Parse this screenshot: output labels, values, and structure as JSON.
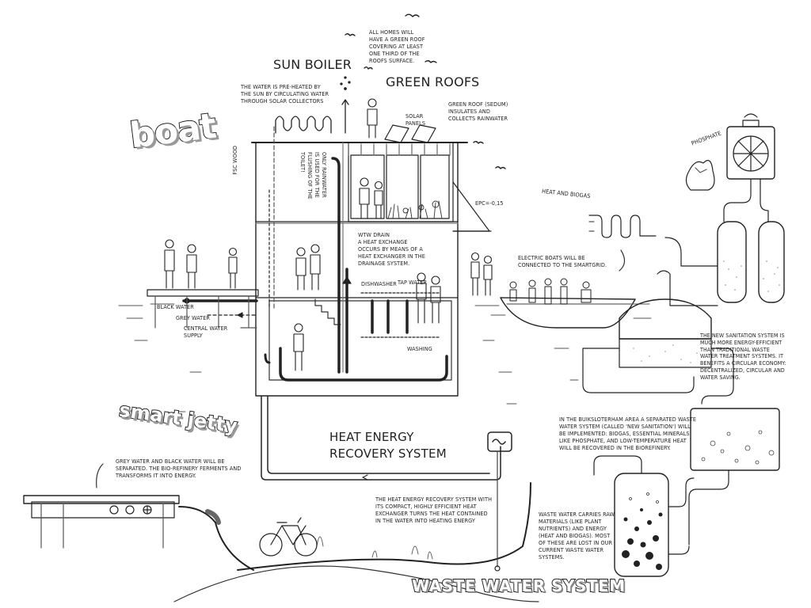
{
  "titles": {
    "boat": "boat",
    "smart_jetty": "smart jetty",
    "waste_water_system": "WASTE WATER SYSTEM",
    "sun_boiler": "SUN BOILER",
    "green_roofs": "GREEN ROOFS",
    "heat_energy_recovery": "HEAT ENERGY\nRECOVERY SYSTEM"
  },
  "labels": {
    "green_roof_coverage": "ALL HOMES WILL\nHAVE A GREEN ROOF\nCOVERING AT LEAST\nONE THIRD OF THE\nROOFS SURFACE.",
    "sun_boiler_desc": "THE WATER IS PRE-HEATED BY\nTHE SUN BY CIRCULATING WATER\nTHROUGH SOLAR COLLECTORS",
    "solar_panels": "SOLAR\nPANELS",
    "sedum_desc": "GREEN ROOF (SEDUM)\nINSULATES AND\nCOLLECTS RAINWATER",
    "fsc_wood": "FSC WOOD",
    "rainwater_toilet": "ONLY RAINWATER\nIS USED FOR THE\nFLUSHING OF THE\nTOILET!",
    "epc": "EPC=-0,15",
    "heat_and_biogas": "HEAT AND BIOGAS",
    "phosphate": "PHOSPHATE",
    "wtw_drain": "WTW DRAIN\nA HEAT EXCHANGE\nOCCURS BY MEANS OF A\nHEAT EXCHANGER IN THE\nDRAINAGE SYSTEM.",
    "dishwasher": "DISHWASHER",
    "tap_water": "TAP WATER",
    "washing": "WASHING",
    "electric_boats": "ELECTRIC BOATS WILL BE\nCONNECTED TO THE SMARTGRID.",
    "black_water": "BLACK WATER",
    "grey_water": "GREY WATER",
    "central_water_supply": "CENTRAL WATER\nSUPPLY",
    "new_sanitation": "THE NEW SANITATION SYSTEM IS\nMUCH MORE ENERGY-EFFICIENT\nTHAN TRADITIONAL WASTE\nWATER TREATMENT SYSTEMS. IT\nBENEFITS A CIRCULAR ECONOMY:\nDECENTRALIZED, CIRCULAR AND\nWATER SAVING.",
    "buiksloterham": "IN THE BUIKSLOTERHAM AREA A SEPARATED WASTE\nWATER SYSTEM (CALLED 'NEW SANITATION') WILL\nBE IMPLEMENTED: BIOGAS, ESSENTIAL MINERALS\nLIKE PHOSPHATE, AND LOW-TEMPERATURE HEAT\nWILL BE RECOVERED IN THE BIOREFINERY.",
    "grey_black_separated": "GREY WATER AND BLACK WATER WILL BE\nSEPARATED. THE BIO-REFINERY FERMENTS AND\nTRANSFORMS IT INTO ENERGY.",
    "heat_recovery_desc": "THE HEAT ENERGY RECOVERY SYSTEM WITH\nITS COMPACT, HIGHLY EFFICIENT HEAT\nEXCHANGER TURNS THE HEAT CONTAINED\nIN THE WATER INTO HEATING ENERGY",
    "waste_water_desc": "WASTE WATER CARRIES RAW\nMATERIALS (LIKE PLANT\nNUTRIENTS) AND ENERGY\n(HEAT AND BIOGAS). MOST\nOF THESE ARE LOST IN OUR\nCURRENT WASTE WATER\nSYSTEMS."
  }
}
